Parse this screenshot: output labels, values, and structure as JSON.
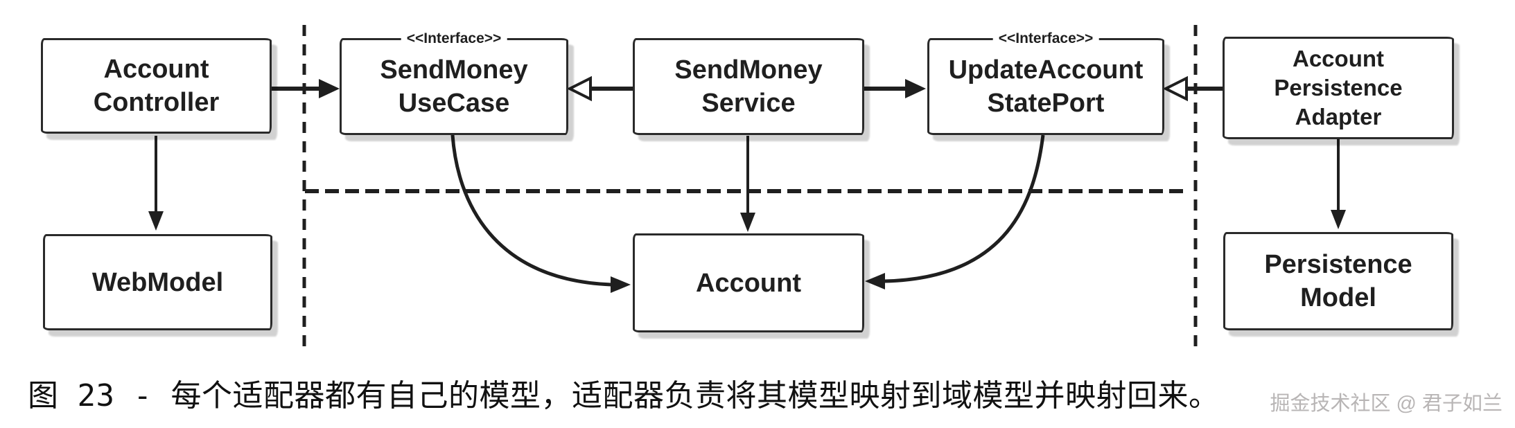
{
  "boxes": {
    "account_controller": {
      "line1": "Account",
      "line2": "Controller"
    },
    "sendmoney_usecase": {
      "stereotype": "<<Interface>>",
      "line1": "SendMoney",
      "line2": "UseCase"
    },
    "sendmoney_service": {
      "line1": "SendMoney",
      "line2": "Service"
    },
    "updateaccount_stateport": {
      "stereotype": "<<Interface>>",
      "line1": "UpdateAccount",
      "line2": "StatePort"
    },
    "account_persistence_adapter": {
      "line1": "Account",
      "line2": "Persistence",
      "line3": "Adapter"
    },
    "webmodel": {
      "line1": "WebModel"
    },
    "account": {
      "line1": "Account"
    },
    "persistence_model": {
      "line1": "Persistence",
      "line2": "Model"
    }
  },
  "caption": "图 23 - 每个适配器都有自己的模型，适配器负责将其模型映射到域模型并映射回来。",
  "watermark": "掘金技术社区 @ 君子如兰",
  "colors": {
    "ink": "#1f1f1f",
    "box_fill": "#ffffff",
    "box_border": "#2a2a2a",
    "shadow": "#c2c2c2",
    "watermark": "#b8b5b5",
    "background": "#ffffff",
    "caption": "#111111"
  }
}
